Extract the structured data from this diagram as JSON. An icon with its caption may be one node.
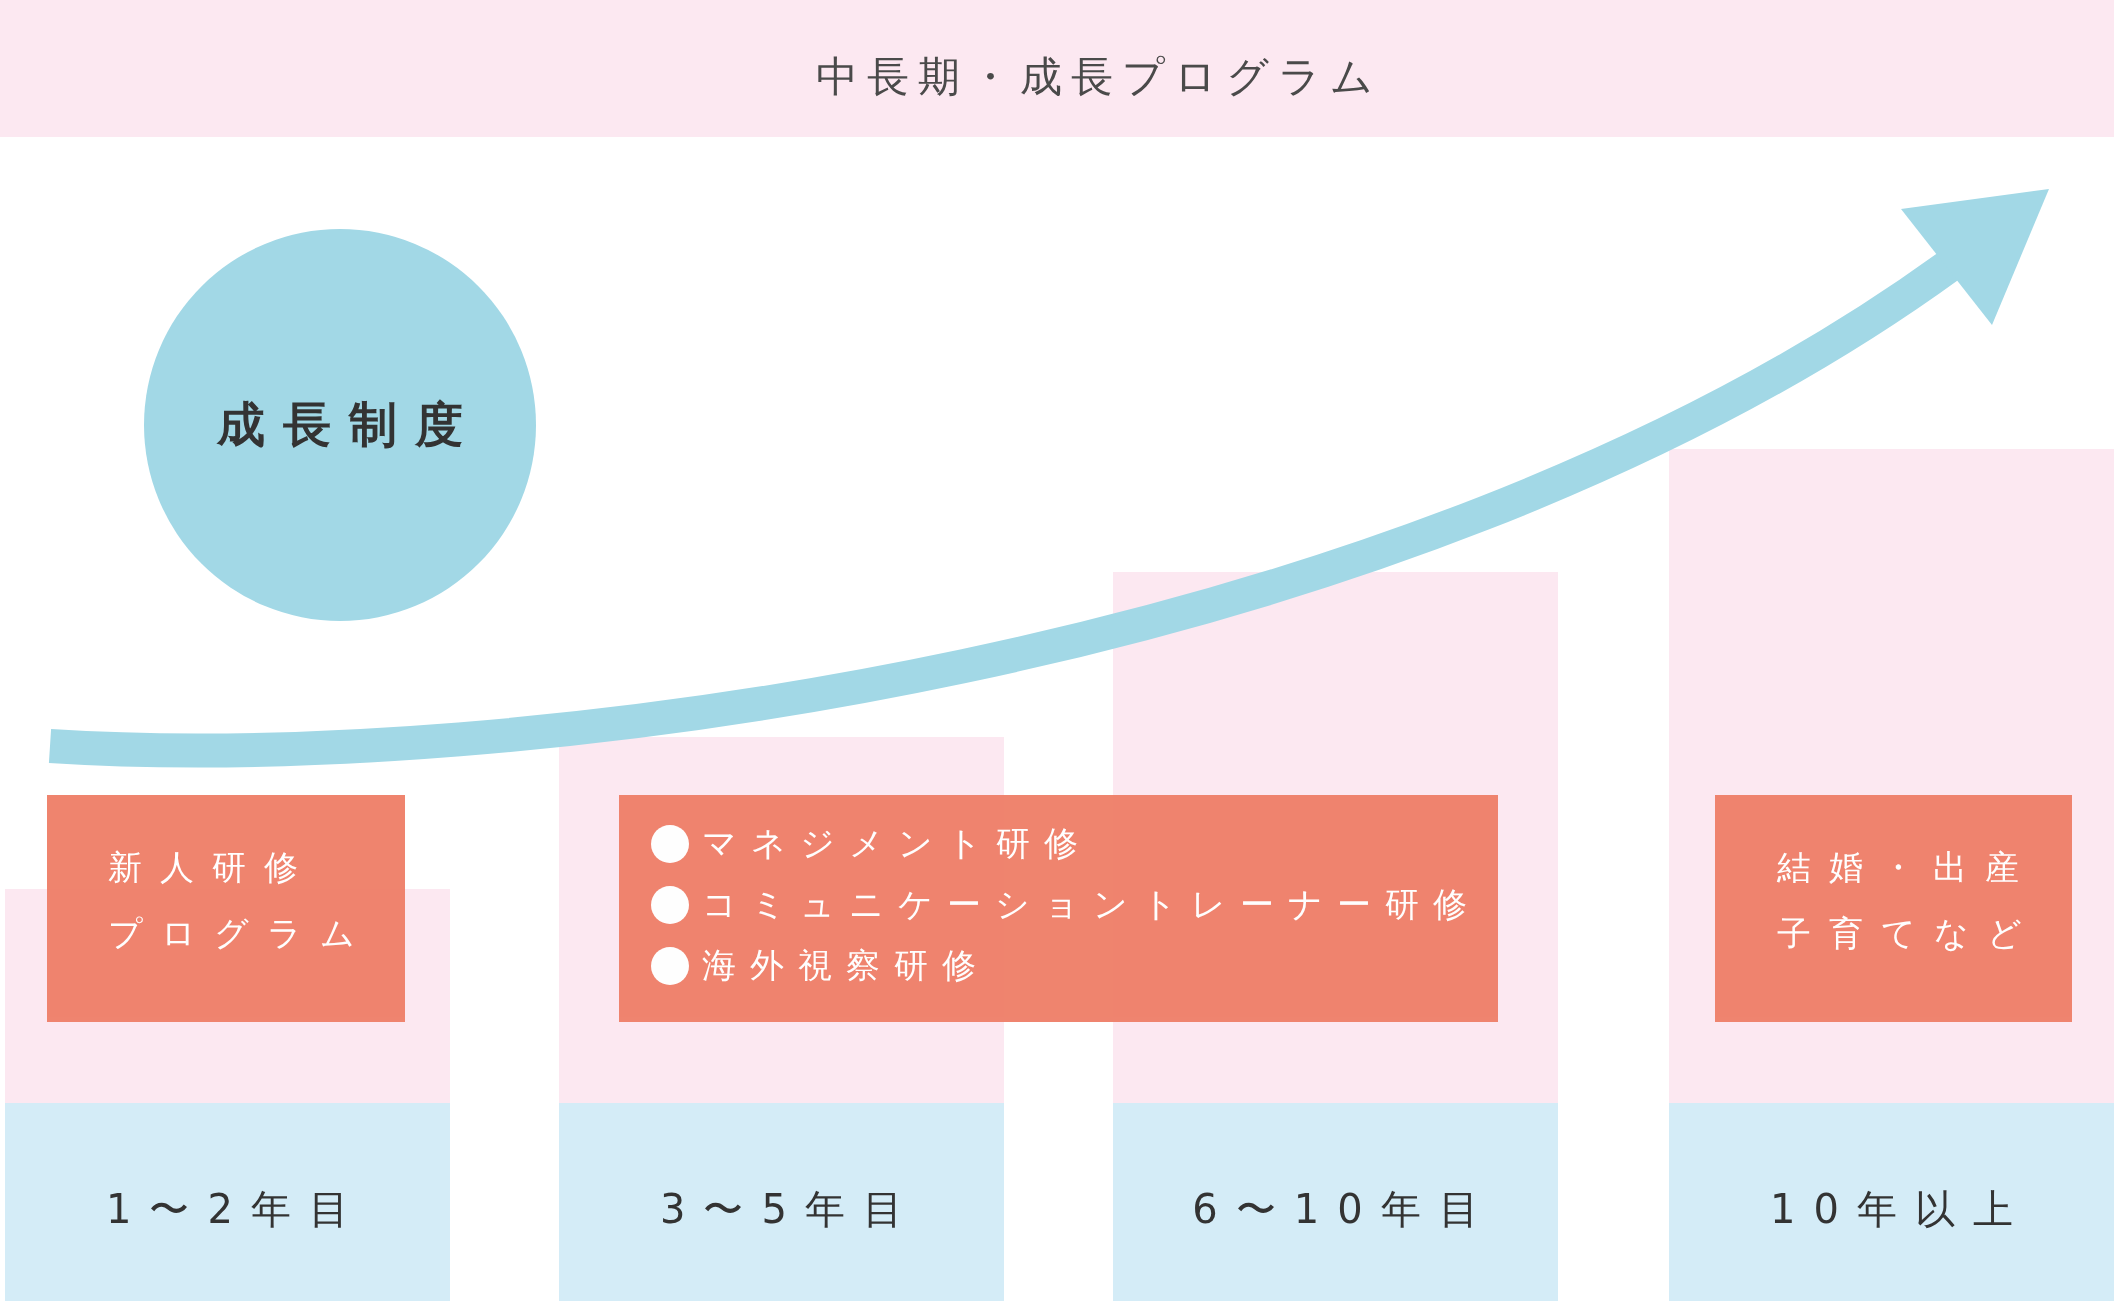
{
  "diagram": {
    "nodes": [
      {
        "text": [
          "中長期・成長プログラム"
        ]
      },
      {
        "text": [
          "成長制度"
        ]
      },
      {
        "text": [
          "新人研修プログラム"
        ]
      },
      {
        "text": [
          "マネジメント研修",
          "コミュニケーショントレーナー研修",
          "海外視察研修"
        ]
      },
      {
        "text": [
          "結婚・出産",
          "子育てなど"
        ]
      },
      {
        "text": [
          "1〜2年目"
        ]
      },
      {
        "text": [
          "3〜5年目"
        ]
      },
      {
        "text": [
          "6〜10年目"
        ]
      },
      {
        "text": [
          "10年以上"
        ]
      }
    ]
  }
}
